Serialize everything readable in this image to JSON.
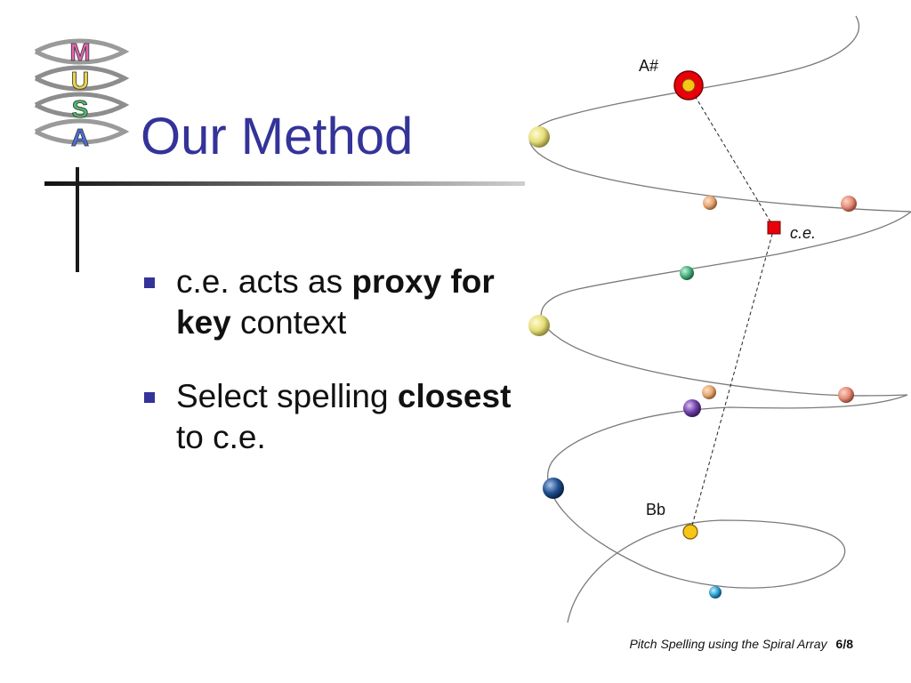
{
  "slide": {
    "title": "Our Method",
    "bullets": [
      {
        "parts": [
          {
            "text": "c.e. acts as ",
            "bold": false
          },
          {
            "text": "proxy for key",
            "bold": true
          },
          {
            "text": " context",
            "bold": false
          }
        ]
      },
      {
        "parts": [
          {
            "text": "Select spelling ",
            "bold": false
          },
          {
            "text": "closest",
            "bold": true
          },
          {
            "text": " to c.e.",
            "bold": false
          }
        ]
      }
    ]
  },
  "logo": {
    "letters": [
      "M",
      "U",
      "S",
      "A"
    ],
    "letter_colors": [
      "#e066b0",
      "#e8d24a",
      "#4cb96a",
      "#4a6fd8"
    ]
  },
  "diagram": {
    "labels": {
      "top_note": "A#",
      "center": "c.e.",
      "bottom_note": "Bb"
    },
    "colors": {
      "center_marker": "#e8000b",
      "highlight_note": "#f5c518",
      "dashed_line": "#222222",
      "spiral": "#7a7a7a"
    }
  },
  "footer": {
    "title": "Pitch Spelling using the Spiral Array",
    "page_current": "6",
    "page_sep": "/",
    "page_total": "8"
  },
  "colors": {
    "title": "#333399",
    "bullet": "#333399",
    "text": "#111111"
  }
}
